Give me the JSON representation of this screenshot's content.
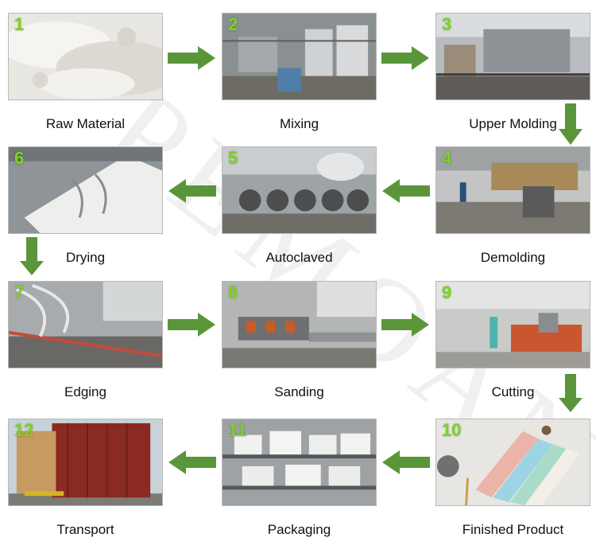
{
  "watermark": "PEMOAN",
  "colors": {
    "arrow": "#5a9639",
    "number": "#7ed321"
  },
  "steps": [
    {
      "number": "1",
      "label": "Raw Material"
    },
    {
      "number": "2",
      "label": "Mixing"
    },
    {
      "number": "3",
      "label": "Upper Molding"
    },
    {
      "number": "4",
      "label": "Demolding"
    },
    {
      "number": "5",
      "label": "Autoclaved"
    },
    {
      "number": "6",
      "label": "Drying"
    },
    {
      "number": "7",
      "label": "Edging"
    },
    {
      "number": "8",
      "label": "Sanding"
    },
    {
      "number": "9",
      "label": "Cutting"
    },
    {
      "number": "10",
      "label": "Finished Product"
    },
    {
      "number": "11",
      "label": "Packaging"
    },
    {
      "number": "12",
      "label": "Transport"
    }
  ]
}
